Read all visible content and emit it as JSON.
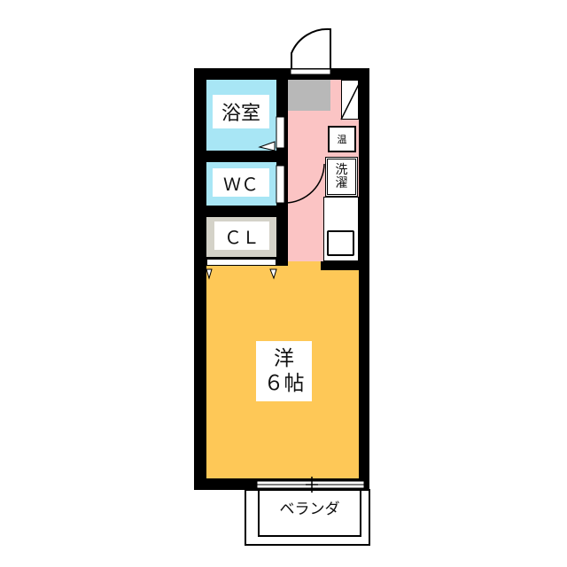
{
  "rooms": {
    "bath": {
      "label": "浴室",
      "color": "#a8e6f5"
    },
    "wc": {
      "label": "ＷＣ",
      "color": "#a8e6f5"
    },
    "closet": {
      "label": "ＣＬ",
      "color": "#d4d2c8"
    },
    "western_room": {
      "label_line1": "洋",
      "label_line2": "６帖",
      "color": "#fec857"
    },
    "corridor": {
      "color": "#fbc4c4"
    },
    "water_heater": {
      "label": "温"
    },
    "washer": {
      "label": "洗濯"
    },
    "balcony": {
      "label": "ベランダ"
    }
  }
}
